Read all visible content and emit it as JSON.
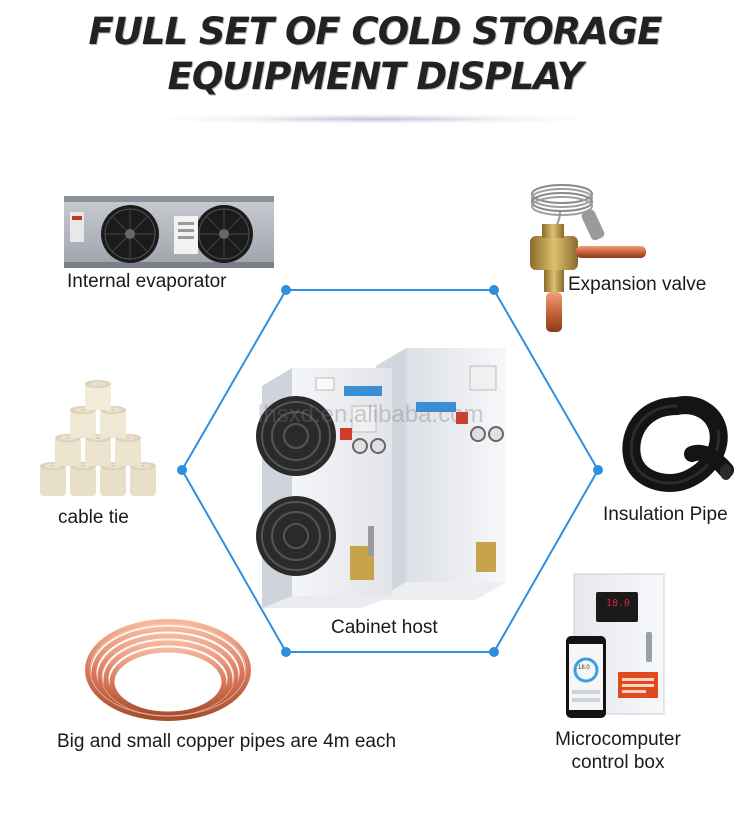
{
  "title": {
    "line1": "FULL SET OF COLD STORAGE",
    "line2": "EQUIPMENT DISPLAY"
  },
  "watermark": "lhsxd.en.alibaba.com",
  "items": {
    "evaporator": "Internal evaporator",
    "expansion_valve": "Expansion valve",
    "cable_tie": "cable tie",
    "insulation_pipe": "Insulation Pipe",
    "cabinet_host": "Cabinet host",
    "copper_pipes": "Big and small copper pipes are 4m each",
    "control_box_line1": "Microcomputer",
    "control_box_line2": "control box"
  },
  "control_box": {
    "display_value": "18.0",
    "phone_value": "18.0"
  },
  "colors": {
    "hexagon": "#2e8fe0",
    "title": "#222222",
    "copper": "#d8785a",
    "control_panel_accent": "#e04a1c"
  }
}
